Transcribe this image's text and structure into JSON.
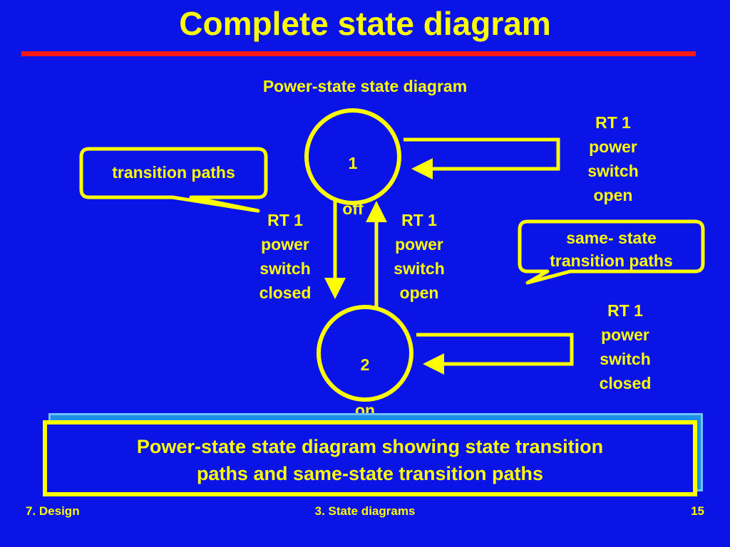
{
  "slide": {
    "title": "Complete state diagram",
    "subtitle": "Power-state state diagram"
  },
  "states": [
    {
      "number": "1",
      "name": "off"
    },
    {
      "number": "2",
      "name": "on"
    }
  ],
  "transitions": {
    "off_to_on": "RT 1\npower\nswitch\nclosed",
    "on_to_off": "RT 1\npower\nswitch\nopen",
    "off_self": "RT 1\npower\nswitch\nopen",
    "on_self": "RT 1\npower\nswitch\nclosed"
  },
  "callouts": {
    "transition_paths": "transition paths",
    "same_state_paths": "same- state\ntransition paths"
  },
  "caption": "Power-state state diagram showing state transition\npaths and  same-state transition paths",
  "footer": {
    "left": "7. Design",
    "center": "3. State diagrams",
    "right": "15"
  },
  "colors": {
    "background": "#0a14e6",
    "foreground": "#ffff00",
    "rule": "#ff1a1a",
    "shadow": "#1d8fe6"
  }
}
